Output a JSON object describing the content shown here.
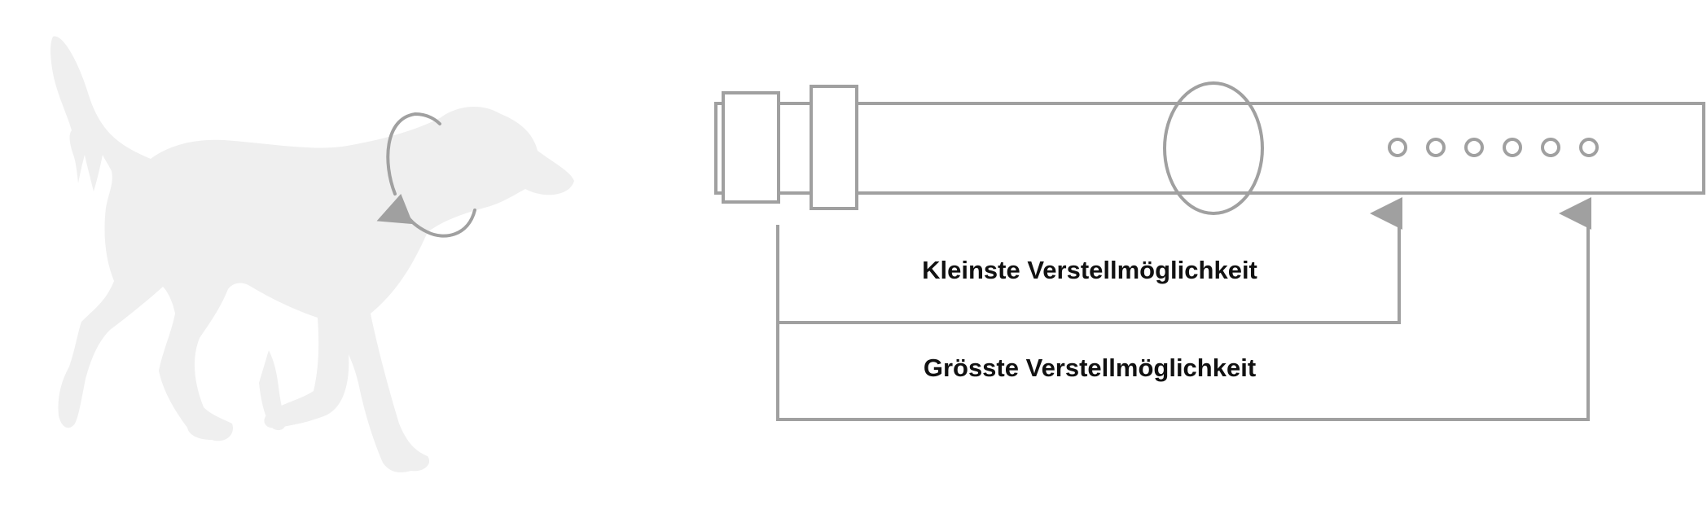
{
  "labels": {
    "smallest": "Kleinste Verstellmöglichkeit",
    "largest": "Grösste Verstellmöglichkeit"
  },
  "illustration": {
    "dog_icon": "dog-silhouette",
    "collar_icon": "collar-strap",
    "hole_count": 6
  },
  "colors": {
    "line": "#a0a0a0",
    "silhouette": "#efefef",
    "text": "#111111"
  }
}
